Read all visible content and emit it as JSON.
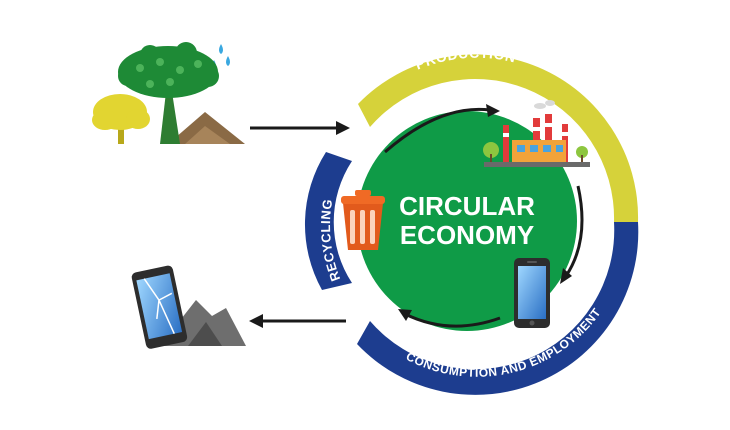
{
  "center": {
    "line1": "CIRCULAR",
    "line2": "ECONOMY"
  },
  "segments": {
    "production": "PRODUCTION",
    "consumption": "CONSUMPTION AND EMPLOYMENT",
    "recycling": "RECYCLING"
  },
  "colors": {
    "center_green": "#0f9b47",
    "production_yellow": "#d6d23a",
    "consumption_blue": "#1d3d8f",
    "recycling_blue": "#1d3d8f",
    "arrow": "#1a1a1a"
  },
  "icons": {
    "resources": "tree-and-soil-icon",
    "factory": "factory-icon",
    "phone": "smartphone-icon",
    "bin": "trash-bin-icon",
    "waste": "broken-phone-waste-icon"
  }
}
